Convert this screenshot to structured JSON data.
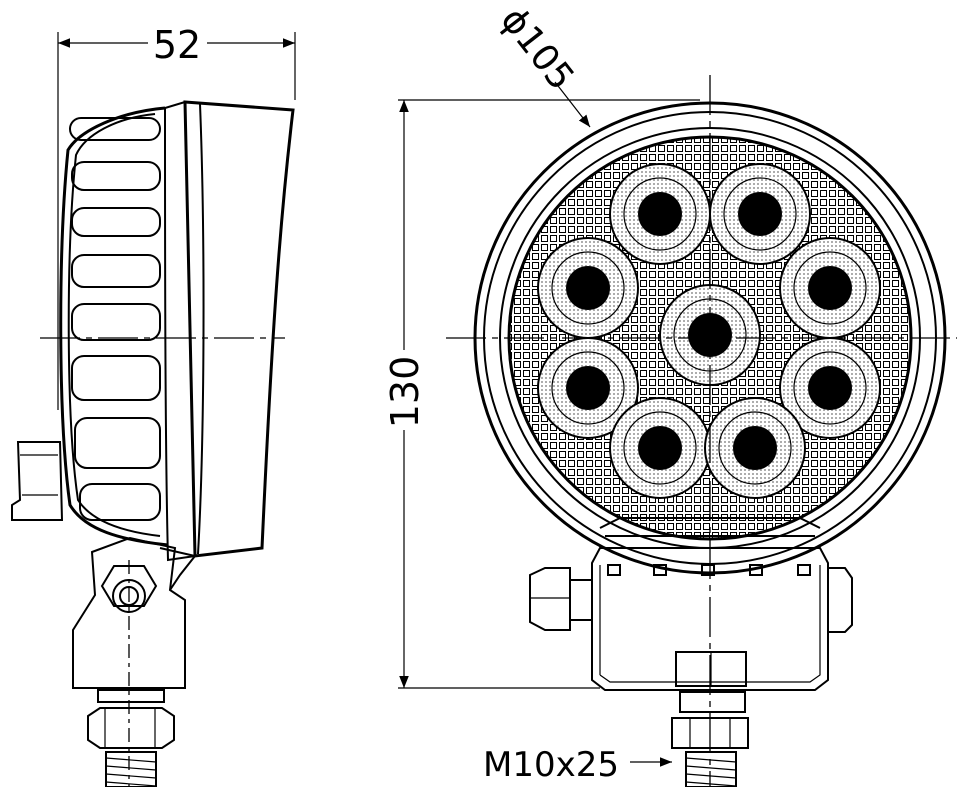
{
  "dimensions": {
    "width_label": "52",
    "diameter_label": "ϕ105",
    "height_label": "130",
    "bolt_label": "M10x25"
  },
  "front_view": {
    "led_count": 9
  },
  "side_view": {
    "fin_count": 8
  }
}
